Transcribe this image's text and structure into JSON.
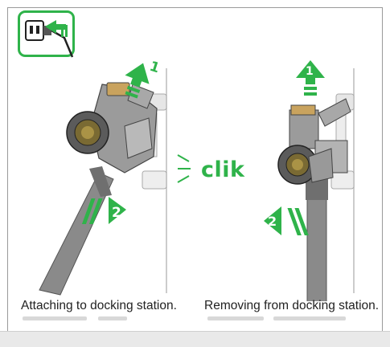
{
  "captions": {
    "attach": "Attaching to docking station.",
    "remove": "Removing from docking station."
  },
  "sound_label": "clik",
  "steps": {
    "left_step1": "1",
    "left_step2": "2",
    "right_step1": "1",
    "right_step2": "2"
  },
  "icons": {
    "unplug": "plug-removing-from-socket-icon"
  },
  "colors": {
    "accent_green": "#2fb34a",
    "vacuum_gray": "#8a8a8a",
    "wall_mount": "#e6e6e6"
  }
}
